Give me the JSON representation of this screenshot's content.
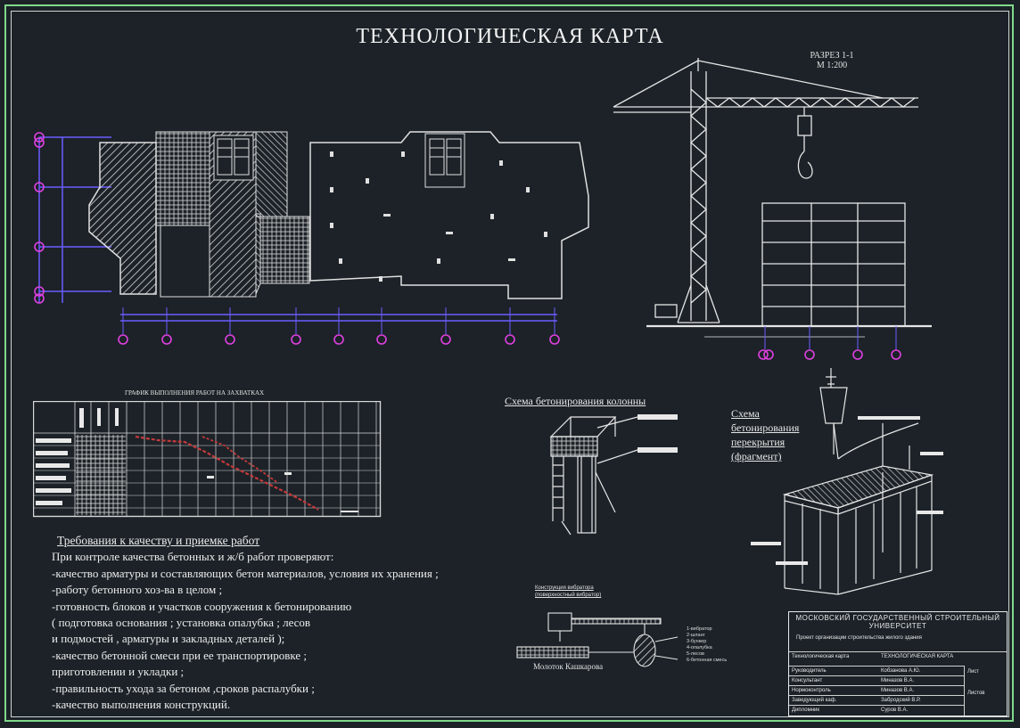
{
  "title": "ТЕХНОЛОГИЧЕСКАЯ КАРТА",
  "section": {
    "title": "РАЗРЕЗ 1-1",
    "scale": "М 1:200"
  },
  "schedule": {
    "title": "ГРАФИК ВЫПОЛНЕНИЯ РАБОТ НА ЗАХВАТКАХ"
  },
  "column_scheme": {
    "title": "Схема бетонирования колонны"
  },
  "slab_scheme": {
    "title_line1": "Схема",
    "title_line2": "бетонирования",
    "title_line3": "перекрытия",
    "title_line4": "(фрагмент)"
  },
  "vibrator": {
    "caption_line1": "Конструкция вибратора",
    "caption_line2": "(поверхностный вибратор)",
    "label": "Молоток Кашкарова",
    "legend": [
      "1-вибратор",
      "2-шланг",
      "3-бункер",
      "4-опалубка",
      "5-лесов",
      "6-бетонная смесь"
    ]
  },
  "requirements": {
    "heading": "Требования к качеству и приемке работ",
    "lines": [
      "При контроле качества бетонных и ж/б работ проверяют:",
      "-качество арматуры и составляющих бетон материалов, условия их хранения ;",
      "-работу бетонного хоз-ва в целом ;",
      "-готовность блоков и участков сооружения к бетонированию",
      "  ( подготовка основания ; установка опалубка ; лесов",
      "  и подмостей , арматуры и закладных деталей );",
      "-качество бетонной смеси при ее транспортировке ;",
      "приготовлении и укладки ;",
      "-правильность ухода за бетоном ,сроков распалубки ;",
      "-качество выполнения конструкций."
    ]
  },
  "title_block": {
    "university": "МОСКОВСКИЙ ГОСУДАРСТВЕННЫЙ СТРОИТЕЛЬНЫЙ УНИВЕРСИТЕТ",
    "project": "Проект организации строительства жилого здания",
    "sheet_label": "Технологическая карта",
    "sheet_name": "ТЕХНОЛОГИЧЕСКАЯ КАРТА",
    "rows": [
      [
        "Руководитель",
        "Кобзанова А.Ю."
      ],
      [
        "Консультант",
        "Миназов В.А."
      ],
      [
        "Нормоконтроль",
        "Миназов В.А."
      ],
      [
        "Заведующий каф.",
        "Забродский В.Р."
      ],
      [
        "Дипломник",
        "Суров В.А."
      ]
    ],
    "sheet": "Лист",
    "sheets": "Листов"
  }
}
